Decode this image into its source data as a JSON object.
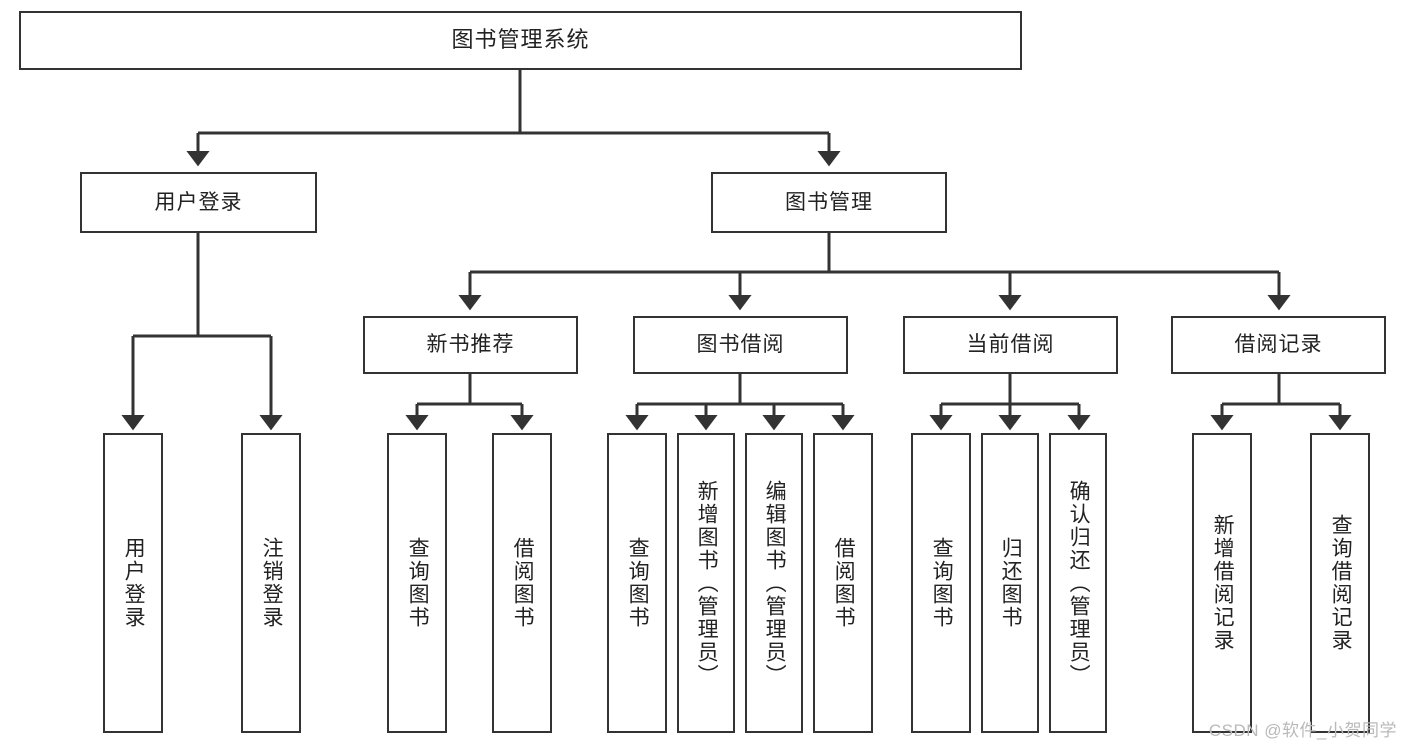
{
  "diagram": {
    "title": "图书管理系统",
    "type": "tree-hierarchy-chart",
    "colors": {
      "stroke": "#333333",
      "fill": "#ffffff",
      "text": "#222222",
      "watermark": "#b9b9b9"
    },
    "nodes": {
      "root": {
        "label": "图书管理系统"
      },
      "level2": [
        {
          "id": "user-login",
          "label": "用户登录"
        },
        {
          "id": "book-manage",
          "label": "图书管理"
        }
      ],
      "level3": [
        {
          "id": "new-book-rec",
          "label": "新书推荐"
        },
        {
          "id": "book-borrow",
          "label": "图书借阅"
        },
        {
          "id": "current-borrow",
          "label": "当前借阅"
        },
        {
          "id": "borrow-record",
          "label": "借阅记录"
        }
      ],
      "leaves": {
        "user-login": [
          {
            "id": "leaf-user-login",
            "label": "用户登录"
          },
          {
            "id": "leaf-logout",
            "label": "注销登录"
          }
        ],
        "new-book-rec": [
          {
            "id": "leaf-query-book-1",
            "label": "查询图书"
          },
          {
            "id": "leaf-borrow-book-1",
            "label": "借阅图书"
          }
        ],
        "book-borrow": [
          {
            "id": "leaf-query-book-2",
            "label": "查询图书"
          },
          {
            "id": "leaf-add-book",
            "label": "新增图书（管理员）"
          },
          {
            "id": "leaf-edit-book",
            "label": "编辑图书（管理员）"
          },
          {
            "id": "leaf-borrow-book-2",
            "label": "借阅图书"
          }
        ],
        "current-borrow": [
          {
            "id": "leaf-query-book-3",
            "label": "查询图书"
          },
          {
            "id": "leaf-return-book",
            "label": "归还图书"
          },
          {
            "id": "leaf-confirm-return",
            "label": "确认归还（管理员）"
          }
        ],
        "borrow-record": [
          {
            "id": "leaf-add-record",
            "label": "新增借阅记录"
          },
          {
            "id": "leaf-query-record",
            "label": "查询借阅记录"
          }
        ]
      }
    },
    "watermark": "CSDN @软件_小贺同学"
  }
}
